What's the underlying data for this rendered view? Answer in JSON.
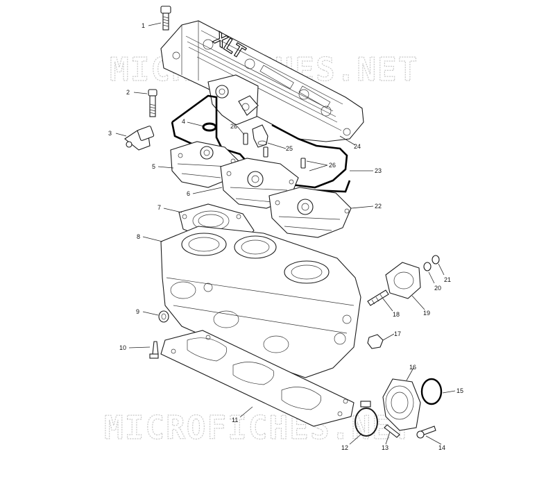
{
  "watermark": {
    "text": "MICROFICHES.NET"
  },
  "engine_mark": {
    "text": "XLT"
  },
  "callouts": [
    {
      "id": "c1",
      "label": "1"
    },
    {
      "id": "c2",
      "label": "2"
    },
    {
      "id": "c3",
      "label": "3"
    },
    {
      "id": "c4",
      "label": "4"
    },
    {
      "id": "c5",
      "label": "5"
    },
    {
      "id": "c6",
      "label": "6"
    },
    {
      "id": "c7",
      "label": "7"
    },
    {
      "id": "c8",
      "label": "8"
    },
    {
      "id": "c9",
      "label": "9"
    },
    {
      "id": "c10",
      "label": "10"
    },
    {
      "id": "c11",
      "label": "11"
    },
    {
      "id": "c12",
      "label": "12"
    },
    {
      "id": "c13",
      "label": "13"
    },
    {
      "id": "c14",
      "label": "14"
    },
    {
      "id": "c15",
      "label": "15"
    },
    {
      "id": "c16",
      "label": "16"
    },
    {
      "id": "c17",
      "label": "17"
    },
    {
      "id": "c18",
      "label": "18"
    },
    {
      "id": "c19",
      "label": "19"
    },
    {
      "id": "c20",
      "label": "20"
    },
    {
      "id": "c21",
      "label": "21"
    },
    {
      "id": "c22",
      "label": "22"
    },
    {
      "id": "c23",
      "label": "23"
    },
    {
      "id": "c24",
      "label": "24"
    },
    {
      "id": "c25",
      "label": "25"
    },
    {
      "id": "c26a",
      "label": "26"
    },
    {
      "id": "c26b",
      "label": "26"
    }
  ]
}
